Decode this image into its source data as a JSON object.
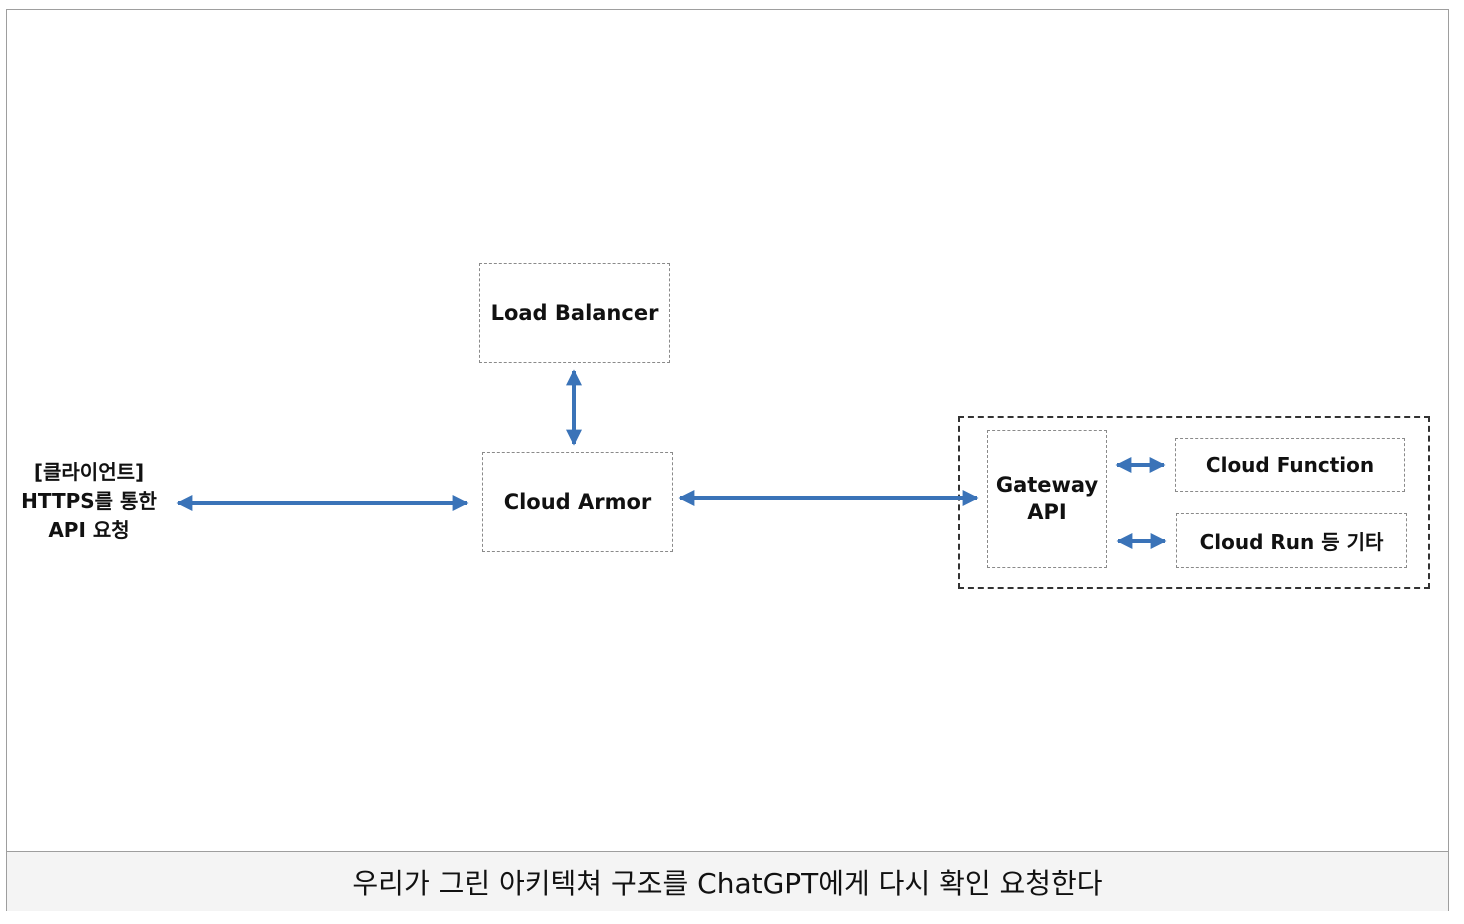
{
  "diagram": {
    "client": {
      "line1": "[클라이언트]",
      "line2": "HTTPS를 통한",
      "line3": "API 요청"
    },
    "load_balancer": "Load Balancer",
    "cloud_armor": "Cloud Armor",
    "gateway_api": {
      "line1": "Gateway",
      "line2": "API"
    },
    "cloud_function": "Cloud Function",
    "cloud_run": "Cloud Run 등 기타"
  },
  "caption": "우리가 그린 아키텍쳐 구조를 ChatGPT에게 다시 확인 요청한다",
  "colors": {
    "arrow": "#3a73b8",
    "border": "#8a8a8a"
  }
}
